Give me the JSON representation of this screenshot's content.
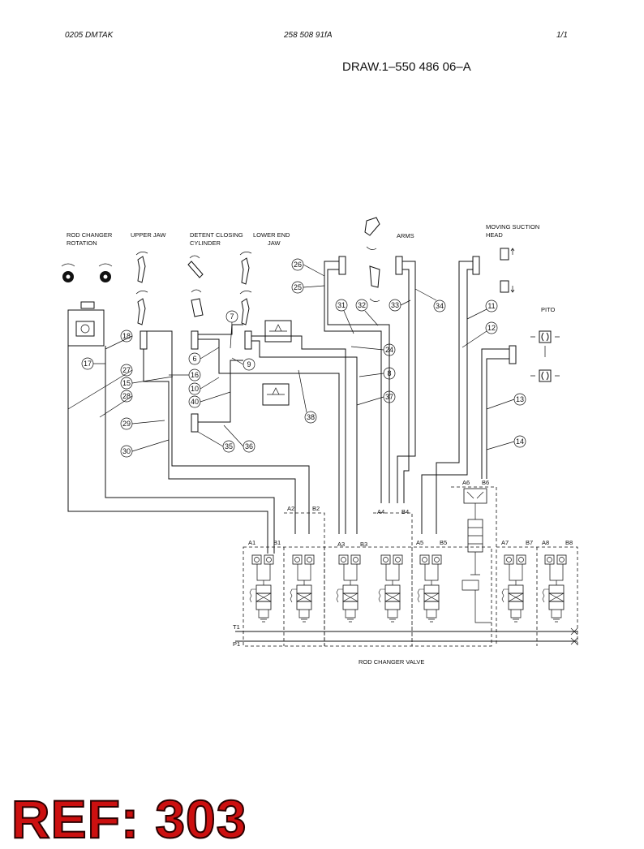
{
  "header": {
    "left": "0205   DMTAK",
    "center": "258 508 91fA",
    "right": "1/1"
  },
  "drawing_ref": "DRAW.1–550 486 06–A",
  "component_labels": {
    "rod_changer_rotation_1": "ROD CHANGER",
    "rod_changer_rotation_2": "ROTATION",
    "upper_jaw": "UPPER JAW",
    "detent_1": "DETENT CLOSING",
    "detent_2": "CYLINDER",
    "lower_end_1": "LOWER END",
    "lower_end_2": "JAW",
    "arms": "ARMS",
    "suction_1": "MOVING SUCTION",
    "suction_2": "HEAD",
    "pito": "PITO"
  },
  "port_labels": [
    "A1",
    "B1",
    "A2",
    "B2",
    "A3",
    "B3",
    "A4",
    "B4",
    "A5",
    "B5",
    "A6",
    "B6",
    "A7",
    "B7",
    "A8",
    "B8",
    "T1",
    "P1"
  ],
  "valve_caption": "ROD CHANGER VALVE",
  "balloons": [
    "17",
    "18",
    "27",
    "15",
    "28",
    "29",
    "30",
    "16",
    "10",
    "40",
    "6",
    "9",
    "7",
    "35",
    "36",
    "38",
    "26",
    "25",
    "31",
    "32",
    "33",
    "34",
    "24",
    "8",
    "37",
    "11",
    "12",
    "13",
    "14"
  ],
  "stamp": "REF: 303"
}
